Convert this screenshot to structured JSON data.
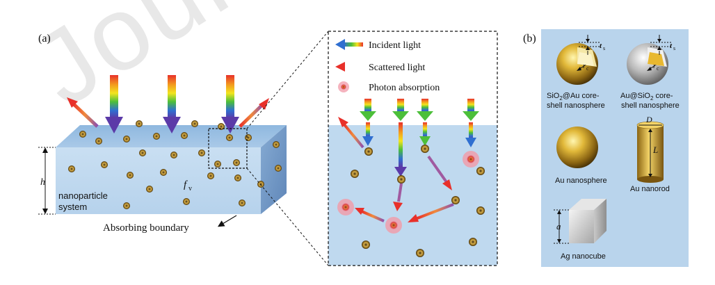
{
  "panel_a": {
    "label": "(a)",
    "height_symbol": "h",
    "volume_fraction_symbol": "f",
    "volume_fraction_subscript": "v",
    "system_label_line1": "nanoparticle",
    "system_label_line2": "system",
    "boundary_label": "Absorbing boundary"
  },
  "legend": {
    "incident": "Incident light",
    "scattered": "Scattered light",
    "absorption": "Photon absorption"
  },
  "panel_b": {
    "label": "(b)",
    "shell_symbol": "t",
    "shell_subscript": "s",
    "core_symbol": "r",
    "core_subscript": "c",
    "item1_line1_pre": "SiO",
    "item1_line1_sub": "2",
    "item1_line1_post": "@Au core-",
    "item1_line2": "shell nanosphere",
    "item2_line1_pre": "Au@SiO",
    "item2_line1_sub": "2",
    "item2_line1_post": " core-",
    "item2_line2": "shell nanosphere",
    "item3": "Au nanosphere",
    "item4": "Au nanorod",
    "rod_diameter": "D",
    "rod_length": "L",
    "item5": "Ag nanocube",
    "cube_edge": "a"
  },
  "watermark": "Journal",
  "colors": {
    "medium": "#bfd9ef",
    "panel_b_bg": "#b9d4ec",
    "gold": "#c8a23a",
    "absorb": "#e3404a"
  }
}
